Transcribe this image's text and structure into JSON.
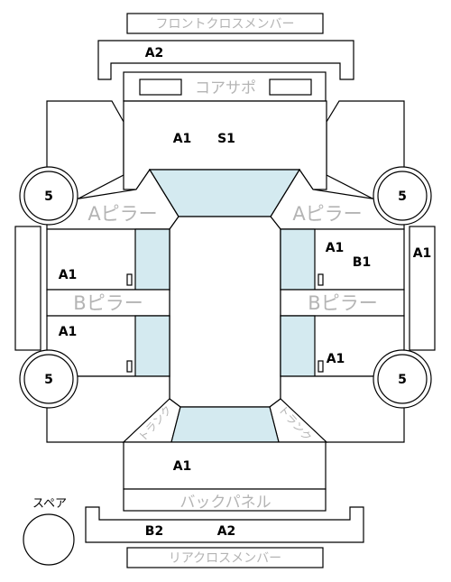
{
  "parts": {
    "front_cross_member": "フロントクロスメンバー",
    "rear_cross_member": "リアクロスメンバー",
    "core_support": "コアサポ",
    "a_pillar": "Aピラー",
    "b_pillar": "Bピラー",
    "back_panel": "バックパネル",
    "spare": "スペア",
    "trunk": "トランク"
  },
  "grades": {
    "front_member": "A2",
    "hood_1": "A1",
    "hood_2": "S1",
    "left_front_door": "A1",
    "left_rear_door": "A1",
    "right_front_door": "A1",
    "right_front_door_2": "B1",
    "right_rear_door": "A1",
    "right_roof_rail": "A1",
    "trunk_lid": "A1",
    "rear_member_1": "B2",
    "rear_member_2": "A2"
  },
  "wheels": {
    "front_left": "5",
    "front_right": "5",
    "rear_left": "5",
    "rear_right": "5"
  }
}
